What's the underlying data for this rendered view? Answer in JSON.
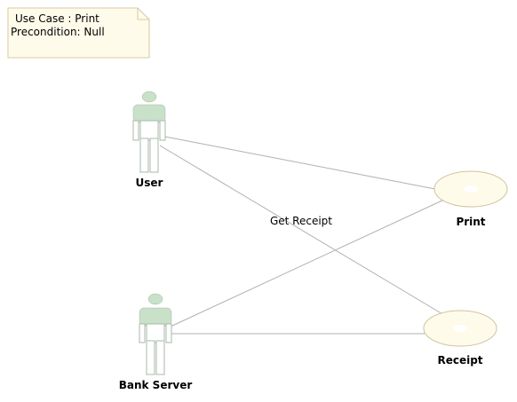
{
  "note": {
    "line1": "Use Case : Print",
    "line2": "Precondition: Null"
  },
  "actors": [
    {
      "id": "user",
      "label": "User"
    },
    {
      "id": "bank-server",
      "label": "Bank Server"
    }
  ],
  "use_cases": [
    {
      "id": "print",
      "label": "Print"
    },
    {
      "id": "receipt",
      "label": "Receipt"
    }
  ],
  "association_label": "Get Receipt",
  "colors": {
    "note_fill": "#fffbea",
    "note_stroke": "#d8c9a0",
    "actor_body": "#c9e0c9",
    "actor_outline": "#a8b8a8",
    "usecase_fill": "#fffbea",
    "usecase_stroke": "#cfc3a0",
    "line": "#b0b0b0"
  }
}
